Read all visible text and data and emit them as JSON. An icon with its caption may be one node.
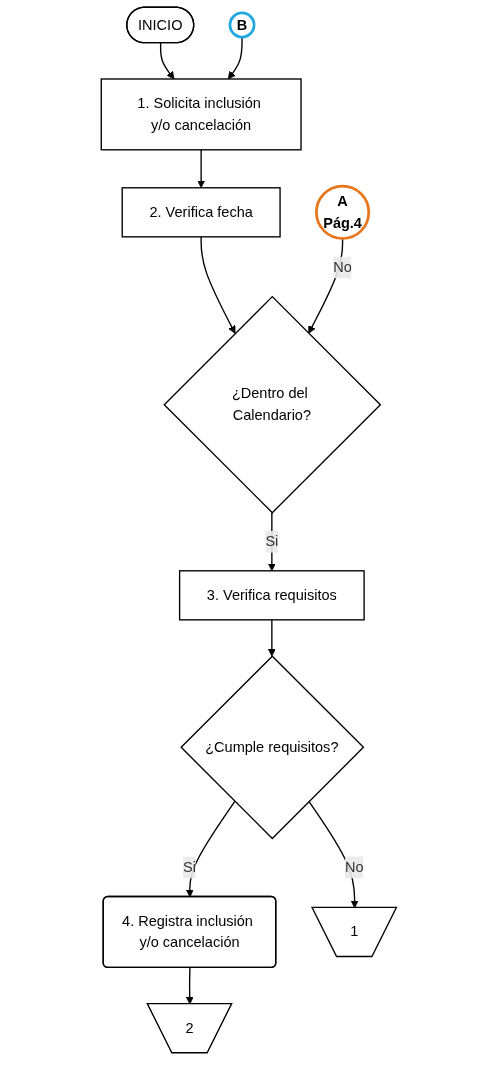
{
  "diagram": {
    "nodes": [
      {
        "text": [
          "INICIO"
        ]
      },
      {
        "text": [
          "B"
        ]
      },
      {
        "text": [
          "1. Solicita inclusión y/o cancelación"
        ]
      },
      {
        "text": [
          "2. Verifica fecha"
        ]
      },
      {
        "text": [
          "A",
          "Pág.4"
        ]
      },
      {
        "text": [
          "¿Dentro del Calendario?"
        ]
      },
      {
        "text": [
          "3. Verifica requisitos"
        ]
      },
      {
        "text": [
          "¿Cumple requisitos?"
        ]
      },
      {
        "text": [
          "4. Registra inclusión y/o cancelación"
        ]
      },
      {
        "text": [
          "2"
        ]
      },
      {
        "text": [
          "1"
        ]
      }
    ],
    "edges": [
      {
        "from": 0,
        "to": 2,
        "arrow": "to"
      },
      {
        "from": 1,
        "to": 2,
        "arrow": "to"
      },
      {
        "from": 2,
        "to": 3,
        "arrow": "to"
      },
      {
        "from": 3,
        "to": 5,
        "arrow": "to"
      },
      {
        "from": 4,
        "to": 5,
        "arrow": "to",
        "label": "No"
      },
      {
        "from": 5,
        "to": 6,
        "arrow": "to",
        "label": "Si"
      },
      {
        "from": 6,
        "to": 7,
        "arrow": "to"
      },
      {
        "from": 7,
        "to": 8,
        "arrow": "to",
        "label": "Si"
      },
      {
        "from": 7,
        "to": 10,
        "arrow": "to",
        "label": "No"
      },
      {
        "from": 8,
        "to": 9,
        "arrow": "to"
      }
    ]
  }
}
